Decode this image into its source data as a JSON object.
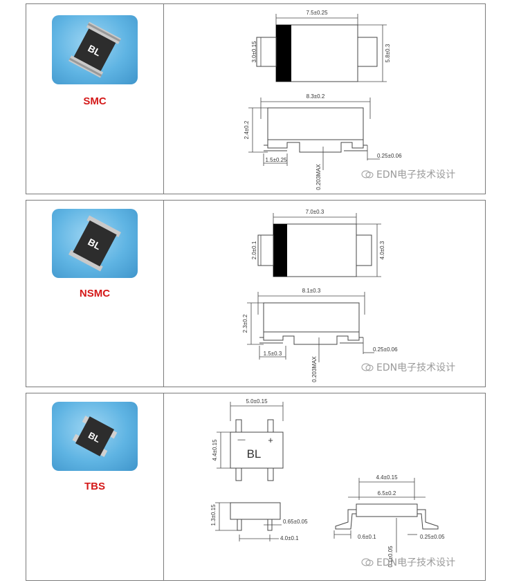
{
  "packages": [
    {
      "name": "SMC",
      "chip_marking": "BL",
      "dims": {
        "top_length": "7.5±0.25",
        "band_height": "3.0±0.15",
        "body_height": "5.8±0.3",
        "side_length": "8.3±0.2",
        "side_height": "2.4±0.2",
        "lead_length": "1.5±0.25",
        "standoff": "0.203MAX",
        "lead_thickness": "0.25±0.06"
      },
      "watermark": "EDN电子技术设计"
    },
    {
      "name": "NSMC",
      "chip_marking": "BL",
      "dims": {
        "top_length": "7.0±0.3",
        "band_height": "2.0±0.1",
        "body_height": "4.0±0.3",
        "side_length": "8.1±0.3",
        "side_height": "2.3±0.2",
        "lead_length": "1.5±0.3",
        "standoff": "0.203MAX",
        "lead_thickness": "0.25±0.06"
      },
      "watermark": "EDN电子技术设计"
    },
    {
      "name": "TBS",
      "chip_marking": "BL",
      "dims": {
        "top_width": "5.0±0.15",
        "top_height": "4.4±0.15",
        "minus": "—",
        "plus": "+",
        "side_height": "1.3±0.15",
        "lead_width": "0.65±0.05",
        "pitch": "4.0±0.1",
        "end_width_outer": "4.4±0.15",
        "end_width_inner": "6.5±0.2",
        "foot_length": "0.6±0.1",
        "foot_thickness": "0.25±0.05",
        "standoff": "0.1±0.05"
      },
      "watermark": "EDN电子技术设计"
    }
  ],
  "colors": {
    "thumb_bg": "#5fb4e3",
    "label_red": "#d41818",
    "chip_body": "#2d2d2d",
    "border": "#7a7a7a",
    "watermark": "#9a9a9a"
  }
}
